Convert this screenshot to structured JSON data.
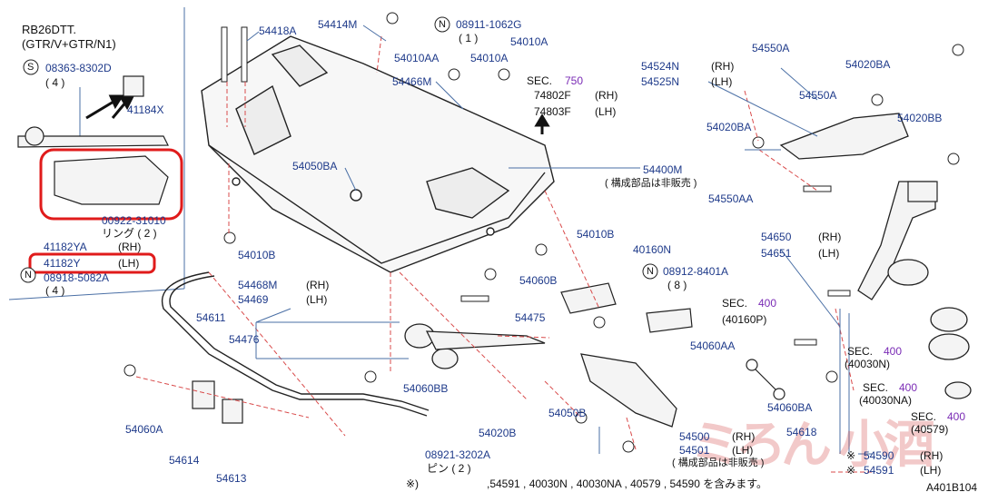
{
  "header": {
    "engine": "RB26DTT.",
    "models": "(GTR/V+GTR/N1)"
  },
  "callouts": {
    "n1": "N",
    "n2": "N",
    "n3": "N",
    "s1": "S"
  },
  "parts": {
    "p08363": "08363-8302D",
    "p08363_qty": "( 4 )",
    "p41184X": "41184X",
    "p00922": "00922-31010",
    "ring": "リング ( 2 )",
    "p41182YA": "41182YA",
    "rh1": "(RH)",
    "p41182Y": "41182Y",
    "lh1": "(LH)",
    "p08918": "08918-5082A",
    "p08918_qty": "( 4 )",
    "p54418A": "54418A",
    "p54414M": "54414M",
    "p08911": "08911-1062G",
    "p08911_qty": "( 1 )",
    "p54010A_1": "54010A",
    "p54010AA": "54010AA",
    "p54010A_2": "54010A",
    "p54466M": "54466M",
    "sec750": "SEC.",
    "sec750_num": "750",
    "p74802F": "74802F",
    "rh2": "(RH)",
    "p74803F": "74803F",
    "lh2": "(LH)",
    "p54524N": "54524N",
    "rh3": "(RH)",
    "p54525N": "54525N",
    "lh3": "(LH)",
    "p54550A_1": "54550A",
    "p54020BA_1": "54020BA",
    "p54550A_2": "54550A",
    "p54020BB": "54020BB",
    "p54020BA_2": "54020BA",
    "p54550AA": "54550AA",
    "p54400M": "54400M",
    "not_sold": "( 構成部品は非販売 )",
    "p54050BA": "54050BA",
    "p54010B_1": "54010B",
    "p54010B_2": "54010B",
    "p40160N": "40160N",
    "p54650": "54650",
    "rh4": "(RH)",
    "p54651": "54651",
    "lh4": "(LH)",
    "p08912": "08912-8401A",
    "p08912_qty": "( 8 )",
    "p54060B": "54060B",
    "p54468M": "54468M",
    "rh5": "(RH)",
    "p54469": "54469",
    "lh5": "(LH)",
    "sec400_1": "SEC.",
    "sec400_1_num": "400",
    "p40160P": "(40160P)",
    "p54611": "54611",
    "p54475": "54475",
    "p54476": "54476",
    "p54060AA": "54060AA",
    "sec400_2": "SEC.",
    "sec400_2_num": "400",
    "p40030N": "(40030N)",
    "sec400_3": "SEC.",
    "sec400_3_num": "400",
    "p40030NA": "(40030NA)",
    "sec400_4": "SEC.",
    "sec400_4_num": "400",
    "p40579": "(40579)",
    "p54060A": "54060A",
    "p54060BB": "54060BB",
    "p54060BA": "54060BA",
    "p54020B": "54020B",
    "p54050B": "54050B",
    "p54618": "54618",
    "p54500": "54500",
    "rh6": "(RH)",
    "p54501": "54501",
    "lh6": "(LH)",
    "not_sold2": "( 構成部品は非販売 )",
    "p54614": "54614",
    "p54613": "54613",
    "p08921": "08921-3202A",
    "pin": "ピン ( 2 )",
    "mark1": "※)",
    "mark2": "※",
    "mark3": "※",
    "p54590": "54590",
    "rh7": "(RH)",
    "p54591": "54591",
    "lh7": "(LH)",
    "footer_note": ",54591 , 40030N , 40030NA , 40579 , 54590 を含みます。",
    "ref": "A401B104"
  },
  "colors": {
    "label": "#1e3a8a",
    "sec_number": "#7a2bb5",
    "highlight": "#e01b1b",
    "leader": "#d94b4b"
  }
}
